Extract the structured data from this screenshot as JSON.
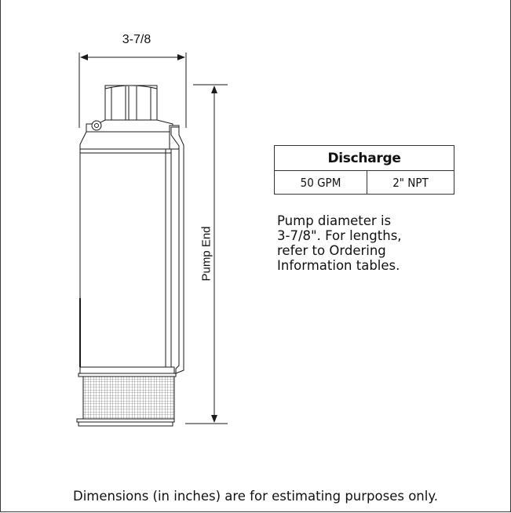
{
  "drawing": {
    "width_dimension": "3-7/8",
    "length_dimension": "Pump End",
    "icons": [
      "pump-body",
      "screen-mesh",
      "discharge-fitting",
      "cable-guard",
      "dimension-arrow"
    ]
  },
  "discharge_table": {
    "header": "Discharge",
    "flow": "50 GPM",
    "connection": "2\" NPT"
  },
  "note": {
    "line1": "Pump diameter is",
    "line2": "3-7/8\". For lengths,",
    "line3": "refer to Ordering",
    "line4": "Information tables."
  },
  "footer": {
    "text": "Dimensions (in inches) are for estimating purposes only."
  },
  "colors": {
    "line": "#1a1a1a",
    "frame": "#3a3a3a",
    "background": "#ffffff"
  }
}
